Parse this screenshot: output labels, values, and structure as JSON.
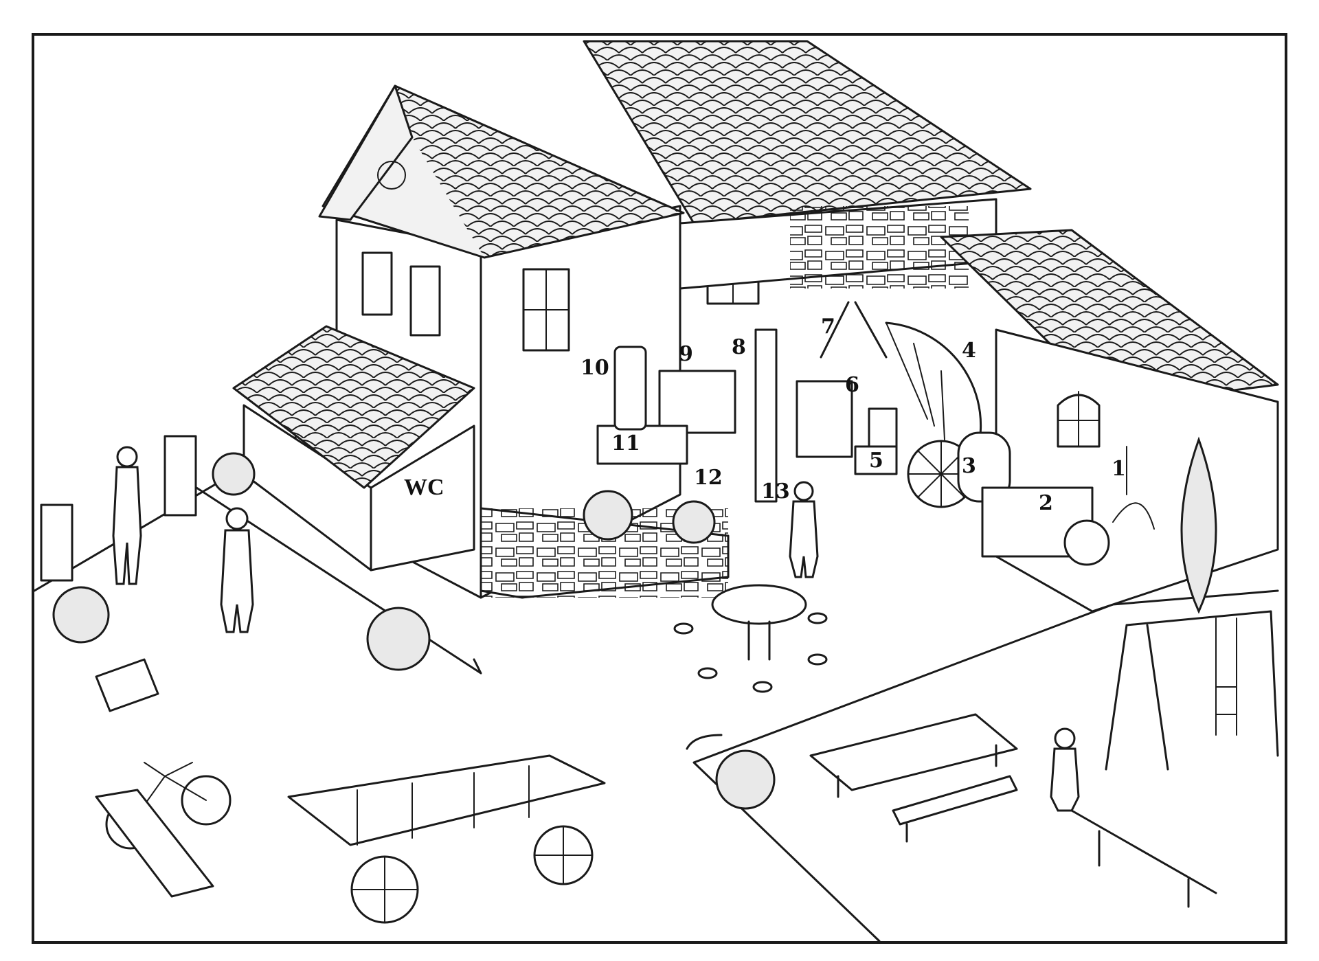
{
  "labels": {
    "wc": "WC",
    "n1": "1",
    "n2": "2",
    "n3": "3",
    "n4": "4",
    "n5": "5",
    "n6": "6",
    "n7": "7",
    "n8": "8",
    "n9": "9",
    "n10": "10",
    "n11": "11",
    "n12": "12",
    "n13": "13"
  },
  "colors": {
    "ink": "#1a1a1a",
    "paper": "#ffffff",
    "shade": "#f2f2f2"
  }
}
